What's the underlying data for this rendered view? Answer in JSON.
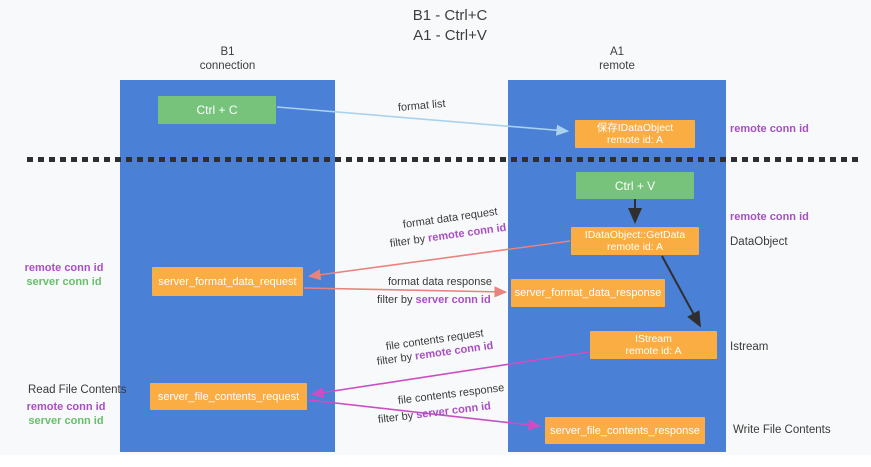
{
  "title": {
    "line1": "B1  -  Ctrl+C",
    "line2": "A1  -  Ctrl+V"
  },
  "left_column": {
    "header1": "B1",
    "header2": "connection"
  },
  "right_column": {
    "header1": "A1",
    "header2": "remote"
  },
  "boxes": {
    "ctrl_c": "Ctrl + C",
    "ctrl_v": "Ctrl + V",
    "save_idataobject_line1": "保存IDataObject",
    "save_idataobject_line2": "remote id: A",
    "getdata_line1": "IDataObject::GetData",
    "getdata_line2": "remote id: A",
    "istream_line1": "IStream",
    "istream_line2": "remote id: A",
    "server_format_data_request": "server_format_data_request",
    "server_format_data_response": "server_format_data_response",
    "server_file_contents_request": "server_file_contents_request",
    "server_file_contents_response": "server_file_contents_response"
  },
  "flow_labels": {
    "format_list": "format list",
    "format_data_request": "format data request",
    "format_data_response": "format data response",
    "file_contents_request": "file contents request",
    "file_contents_response": "file contents response",
    "filter_by": "filter by ",
    "remote_conn_id": "remote conn id",
    "server_conn_id": "server conn id"
  },
  "side_labels": {
    "remote_conn_id": "remote conn id",
    "server_conn_id": "server conn id",
    "dataobject": "DataObject",
    "istream": "Istream",
    "read_file_contents": "Read File Contents",
    "write_file_contents": "Write File Contents"
  },
  "colors": {
    "column_blue": "#4a80d6",
    "box_green": "#77c37c",
    "box_orange": "#f9ad43",
    "arrow_lightblue": "#a8d2ee",
    "arrow_salmon": "#e8837e",
    "arrow_magenta": "#cc4ec4",
    "arrow_black": "#2f2f2f",
    "label_purple": "#a94fc4",
    "label_green": "#67bf6b"
  }
}
